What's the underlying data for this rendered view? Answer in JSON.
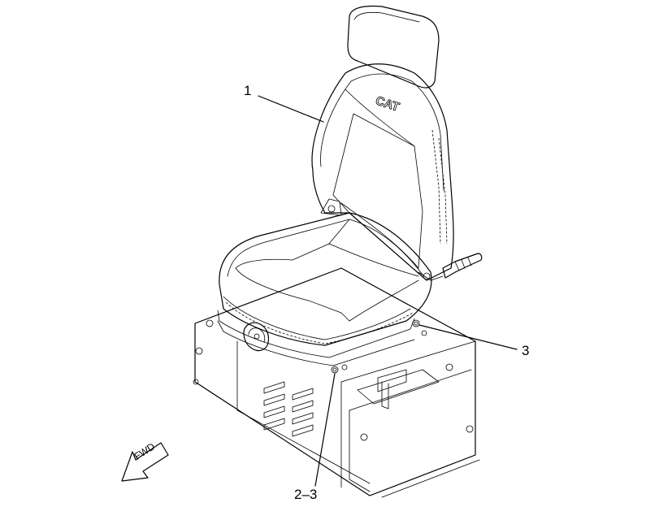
{
  "callouts": [
    {
      "id": "1",
      "label": "1"
    },
    {
      "id": "3",
      "label": "3"
    },
    {
      "id": "2-3",
      "label": "2–3"
    }
  ],
  "fwd_arrow": {
    "label": "FWD"
  },
  "seat_logo": {
    "text": "CAT"
  },
  "colors": {
    "line": "#000000",
    "background": "#ffffff"
  }
}
